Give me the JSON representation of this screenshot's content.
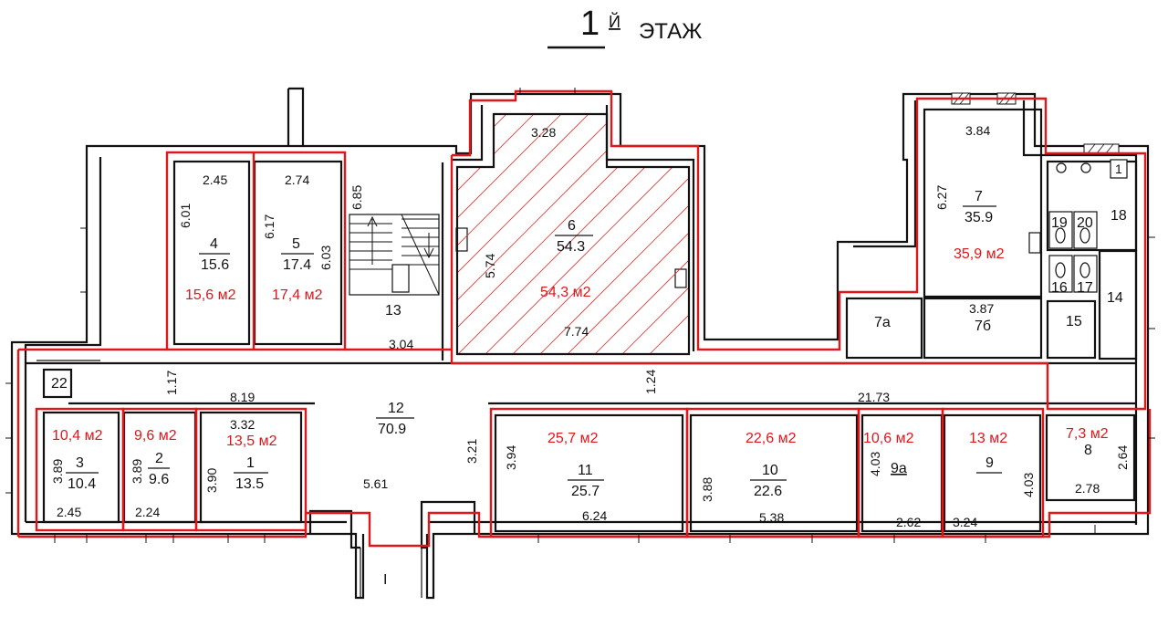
{
  "title": {
    "number": "1",
    "suffix": "Й",
    "word": "ЭТАЖ"
  },
  "rooms": [
    {
      "id": "r4",
      "label": "4",
      "area": "15.6",
      "m2": "15,6 м2",
      "dims": [
        "2.45",
        "6.01"
      ]
    },
    {
      "id": "r5",
      "label": "5",
      "area": "17.4",
      "m2": "17,4 м2",
      "dims": [
        "2.74",
        "6.17",
        "6.03"
      ]
    },
    {
      "id": "r6",
      "label": "6",
      "area": "54.3",
      "m2": "54,3 м2",
      "dims": [
        "3.28",
        "5.74",
        "7.74"
      ]
    },
    {
      "id": "r7",
      "label": "7",
      "area": "35.9",
      "m2": "35,9 м2",
      "dims": [
        "3.84",
        "6.27"
      ]
    },
    {
      "id": "r13",
      "label": "13",
      "dims": [
        "6.85",
        "3.04"
      ]
    },
    {
      "id": "r12",
      "label": "12",
      "area": "70.9",
      "dims": [
        "1.17",
        "8.19",
        "5.61",
        "3.21",
        "1.24",
        "21.73"
      ]
    },
    {
      "id": "r3",
      "label": "3",
      "area": "10.4",
      "m2": "10,4 м2",
      "dims": [
        "3.89",
        "2.45"
      ]
    },
    {
      "id": "r2",
      "label": "2",
      "area": "9.6",
      "m2": "9,6 м2",
      "dims": [
        "3.89",
        "2.24"
      ]
    },
    {
      "id": "r1",
      "label": "1",
      "area": "13.5",
      "m2": "13,5 м2",
      "dims": [
        "3.32",
        "3.90"
      ]
    },
    {
      "id": "r11",
      "label": "11",
      "area": "25.7",
      "m2": "25,7 м2",
      "dims": [
        "3.94",
        "6.24"
      ]
    },
    {
      "id": "r10",
      "label": "10",
      "area": "22.6",
      "m2": "22,6 м2",
      "dims": [
        "3.88",
        "5.38"
      ]
    },
    {
      "id": "r9a",
      "label": "9а",
      "m2": "10,6 м2",
      "dims": [
        "4.03",
        "2.62"
      ]
    },
    {
      "id": "r9",
      "label": "9",
      "m2": "13 м2",
      "dims": [
        "3.24",
        "4.03"
      ]
    },
    {
      "id": "r8",
      "label": "8",
      "m2": "7,3 м2",
      "dims": [
        "2.64",
        "2.78"
      ]
    }
  ],
  "small_labels": {
    "r7a": "7а",
    "r7b": "7б",
    "r7b_dim": "3.87",
    "r14": "14",
    "r15": "15",
    "r16": "16",
    "r17": "17",
    "r18": "18",
    "r19": "19",
    "r20": "20",
    "r22": "22",
    "entry": "I",
    "mark_top": "1"
  },
  "colors": {
    "outline": "#e0161b",
    "walls": "#111111",
    "hatch": "#d33333"
  }
}
